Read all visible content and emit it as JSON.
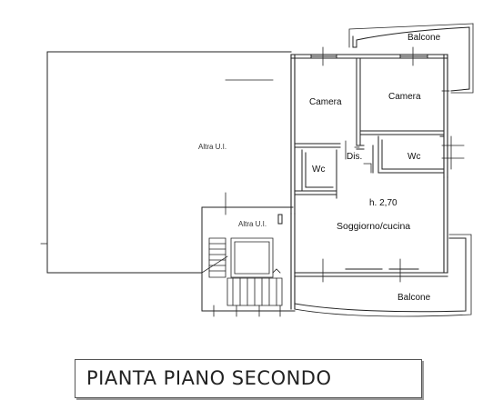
{
  "plan": {
    "title": "PIANTA PIANO SECONDO",
    "rooms": {
      "balcone_top": "Balcone",
      "camera_left": "Camera",
      "camera_right": "Camera",
      "altra_ui_large": "Altra U.I.",
      "dis": "Dis.",
      "wc_left": "Wc",
      "wc_right": "Wc",
      "height": "h. 2,70",
      "altra_ui_small": "Altra U.I.",
      "soggiorno": "Soggiorno/cucina",
      "balcone_bottom": "Balcone"
    }
  }
}
